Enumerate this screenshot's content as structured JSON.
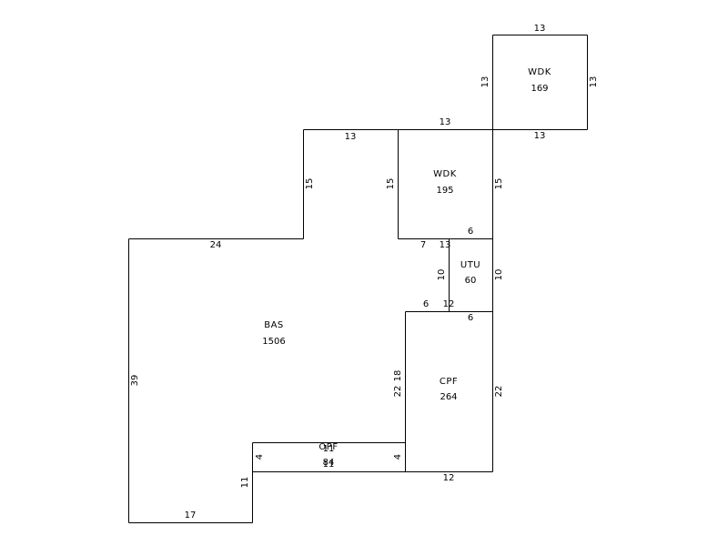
{
  "areas": [
    {
      "code": "WDK",
      "sqft": "169"
    },
    {
      "code": "WDK",
      "sqft": "195"
    },
    {
      "code": "UTU",
      "sqft": "60"
    },
    {
      "code": "BAS",
      "sqft": "1506"
    },
    {
      "code": "CPF",
      "sqft": "264"
    },
    {
      "code": "OPF",
      "sqft": "84"
    }
  ],
  "overlay_labels": [
    "11",
    "11"
  ],
  "dimensions": [
    "13",
    "13",
    "13",
    "13",
    "13",
    "13",
    "15",
    "15",
    "15",
    "24",
    "7",
    "13",
    "6",
    "10",
    "10",
    "6",
    "12",
    "6",
    "39",
    "22",
    "18",
    "22",
    "4",
    "4",
    "11",
    "17",
    "12"
  ]
}
